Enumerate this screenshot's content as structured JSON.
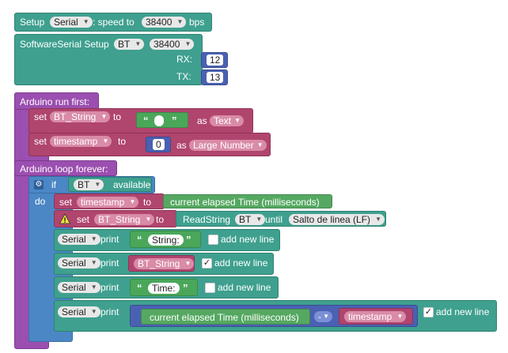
{
  "setup": {
    "label": "Setup",
    "serial_dd": "Serial",
    "colon_speed": ": speed to",
    "speed_dd": "38400",
    "bps": "bps"
  },
  "softserial": {
    "label": "SoftwareSerial Setup",
    "name_dd": "BT",
    "speed_dd": "38400",
    "rx_label": "RX:",
    "rx_value": "12",
    "tx_label": "TX:",
    "tx_value": "13"
  },
  "run_first": {
    "label": "Arduino run first:",
    "set1": {
      "set": "set",
      "var": "BT_String",
      "to": "to",
      "quote_open": "“",
      "quote_close": "”",
      "as": "as",
      "type": "Text"
    },
    "set2": {
      "set": "set",
      "var": "timestamp",
      "to": "to",
      "value": "0",
      "as": "as",
      "type": "Large Number"
    }
  },
  "loop": {
    "label": "Arduino loop forever:",
    "if_label": "if",
    "do_label": "do",
    "bt_dd": "BT",
    "available": "available",
    "set_ts": {
      "set": "set",
      "var": "timestamp",
      "to": "to",
      "value": "current elapsed Time (milliseconds)"
    },
    "set_bts": {
      "set": "set",
      "var": "BT_String",
      "to": "to",
      "read": "ReadString",
      "bt": "BT",
      "until": "until",
      "delim": "Salto de linea (LF)"
    },
    "print1": {
      "serial": "Serial",
      "print": "print",
      "text": "String:",
      "addline": "add new line"
    },
    "print2": {
      "serial": "Serial",
      "print": "print",
      "var": "BT_String",
      "addline": "add new line",
      "checked": "✓"
    },
    "print3": {
      "serial": "Serial",
      "print": "print",
      "text": "Time:",
      "addline": "add new line"
    },
    "print4": {
      "serial": "Serial",
      "print": "print",
      "time": "current elapsed Time (milliseconds)",
      "op": "-",
      "var": "timestamp",
      "addline": "add new line",
      "checked": "✓"
    }
  },
  "colors": {
    "teal": "#3fa08f",
    "purple": "#9b4fb0",
    "pink": "#b0456e",
    "blue": "#4a61b3",
    "control": "#4b87c5"
  },
  "icons": {
    "dropdown": "triangle-down-icon",
    "gear": "gear-icon",
    "warning": "warning-icon",
    "checkbox": "checkbox-icon"
  }
}
